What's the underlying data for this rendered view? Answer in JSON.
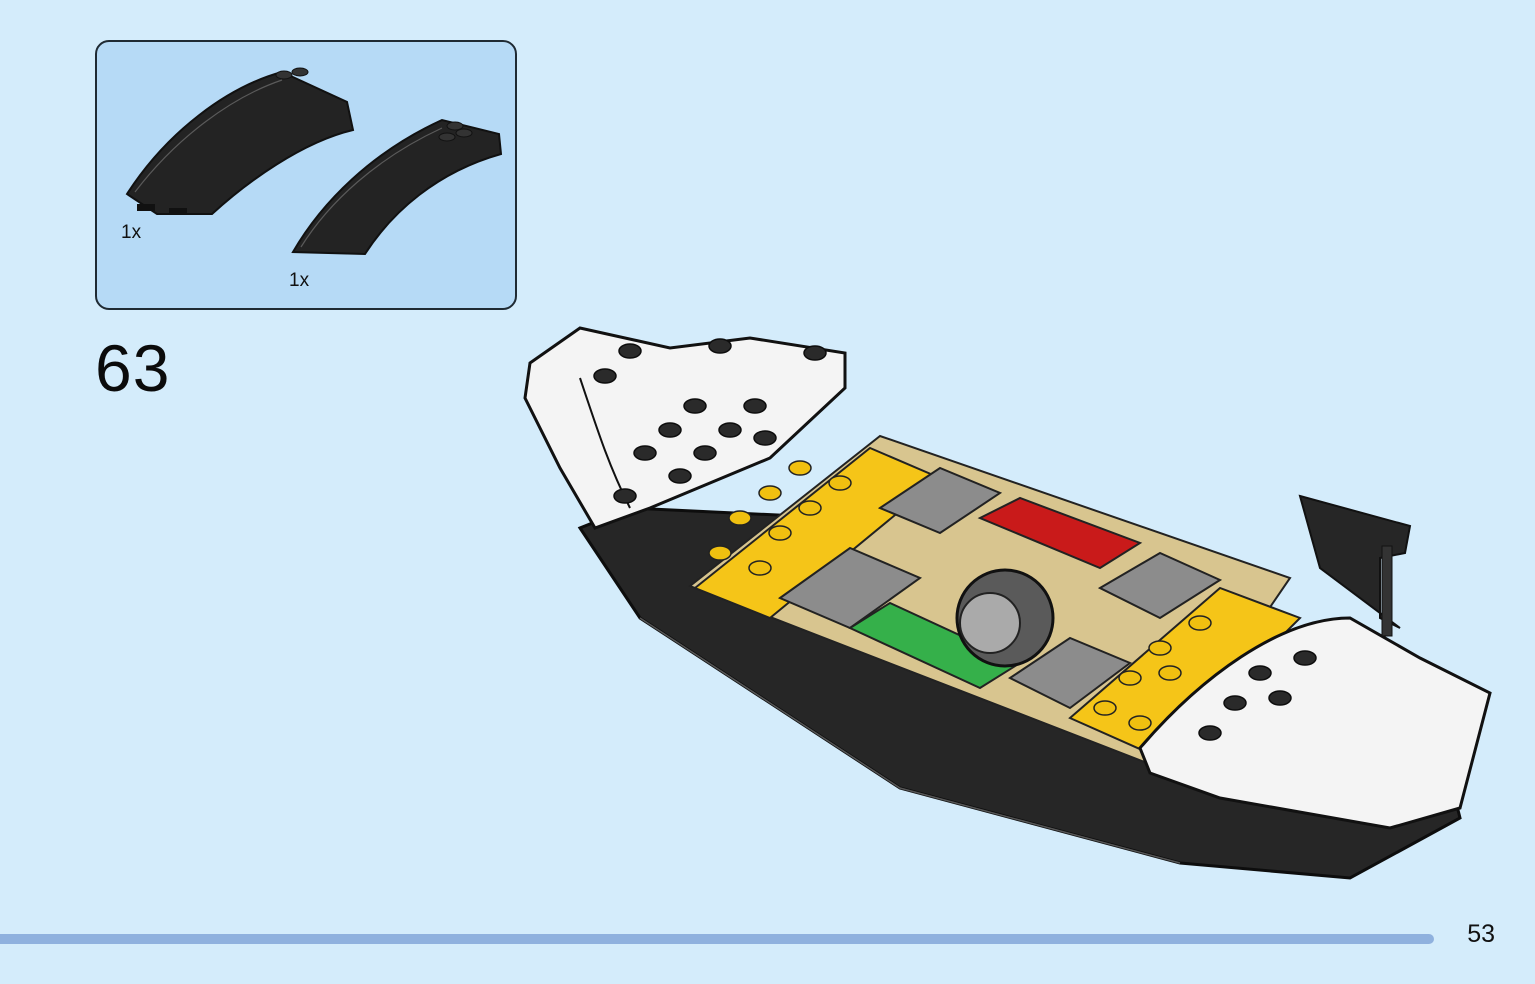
{
  "parts": [
    {
      "name": "black-curved-slope-left",
      "quantity_label": "1x"
    },
    {
      "name": "black-curved-slope-right",
      "quantity_label": "1x"
    }
  ],
  "step": {
    "number": "63"
  },
  "page": {
    "number": "53"
  },
  "colors": {
    "background": "#d4ecfb",
    "parts_box": "#b6daf6",
    "progress": "#8fb1de",
    "brick_black": "#262626",
    "brick_yellow": "#f5c518",
    "brick_white": "#f4f4f4",
    "brick_gray": "#8c8c8c",
    "brick_red": "#c91a1a",
    "brick_green": "#35b04a",
    "brick_tan": "#d8c58f"
  }
}
